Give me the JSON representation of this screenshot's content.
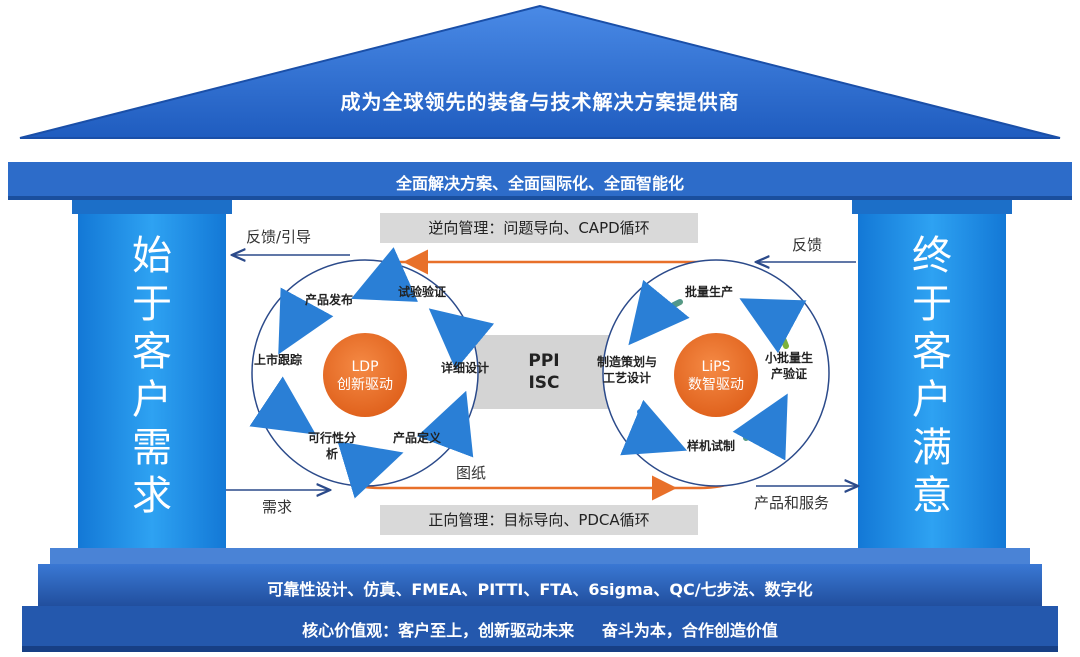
{
  "roof": {
    "mission": "成为全球领先的装备与技术解决方案提供商"
  },
  "beam": {
    "strategy": "全面解决方案、全面国际化、全面智能化"
  },
  "left_pillar": {
    "chars": [
      "始",
      "于",
      "客",
      "户",
      "需",
      "求"
    ]
  },
  "right_pillar": {
    "chars": [
      "终",
      "于",
      "客",
      "户",
      "满",
      "意"
    ]
  },
  "reverse_management": "逆向管理：问题导向、CAPD循环",
  "forward_management": "正向管理：目标导向、PDCA循环",
  "flow_labels": {
    "feedback_guide": "反馈/引导",
    "feedback": "反馈",
    "demand": "需求",
    "products_services": "产品和服务",
    "drawings": "图纸"
  },
  "center": {
    "line1": "PPI",
    "line2": "ISC"
  },
  "ldp_cycle": {
    "core_line1": "LDP",
    "core_line2": "创新驱动",
    "nodes": {
      "test_verify": "试验验证",
      "product_release": "产品发布",
      "market_tracking": "上市跟踪",
      "feasibility": "可行性分析",
      "product_definition": "产品定义",
      "detailed_design": "详细设计"
    }
  },
  "lips_cycle": {
    "core_line1": "LiPS",
    "core_line2": "数智驱动",
    "nodes": {
      "mass_production": "批量生产",
      "small_batch": "小批量生产验证",
      "prototype": "样机试制",
      "planning": "制造策划与工艺设计"
    }
  },
  "base": {
    "methods": "可靠性设计、仿真、FMEA、PITTI、FTA、6sigma、QC/七步法、数字化",
    "values": "核心价值观：客户至上，创新驱动未来     奋斗为本，合作创造价值"
  },
  "colors": {
    "roof_blue": "#2f6fd1",
    "pillar_blue": "#1b8ee6",
    "base_blue": "#2a5db0",
    "orange": "#e8702a",
    "gray_box": "#d9d9d9"
  }
}
